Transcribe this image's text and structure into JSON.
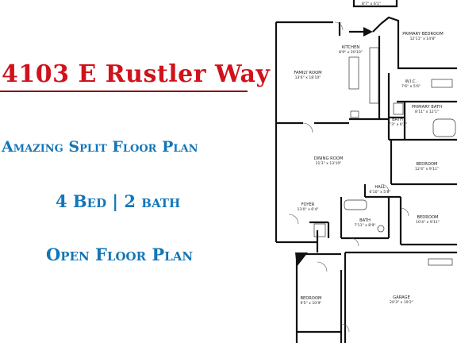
{
  "listing": {
    "address": "4103 E Rustler Way",
    "headline_plan": "Amazing Split Floor Plan",
    "beds_baths": "4 Bed | 2 bath",
    "headline_open": "Open Floor Plan"
  },
  "colors": {
    "address": "#d0121b",
    "features": "#1276b8",
    "rule": "#8b1010"
  },
  "floorplan": {
    "top_room_dims": "8'7\" x 6'1\"",
    "rooms": [
      {
        "id": "primary-bedroom",
        "name": "PRIMARY BEDROOM",
        "dims": "12'11\" x 14'8\""
      },
      {
        "id": "kitchen",
        "name": "KITCHEN",
        "dims": "8'9\" x 20'10\""
      },
      {
        "id": "family-room",
        "name": "FAMILY ROOM",
        "dims": "13'6\" x 18'10\""
      },
      {
        "id": "wic",
        "name": "W.I.C.",
        "dims": "7'6\" x 5'6\""
      },
      {
        "id": "primary-bath",
        "name": "PRIMARY BATH",
        "dims": "8'11\" x 12'1\""
      },
      {
        "id": "bath-small",
        "name": "BATH",
        "dims": "7'3\" x 6'3\""
      },
      {
        "id": "bedroom-2",
        "name": "BEDROOM",
        "dims": "12'4\" x 9'11\""
      },
      {
        "id": "dining-room",
        "name": "DINING ROOM",
        "dims": "21'3\" x 13'10\""
      },
      {
        "id": "hall",
        "name": "HALL",
        "dims": "6'10\" x 5'6\""
      },
      {
        "id": "bedroom-3",
        "name": "BEDROOM",
        "dims": "10'4\" x 9'11\""
      },
      {
        "id": "foyer",
        "name": "FOYER",
        "dims": "13'0\" x 6'4\""
      },
      {
        "id": "bath-hall",
        "name": "BATH",
        "dims": "7'11\" x 8'9\""
      },
      {
        "id": "garage",
        "name": "GARAGE",
        "dims": "20'3\" x 19'2\""
      },
      {
        "id": "bedroom-4",
        "name": "BEDROOM",
        "dims": "9'5\" x 10'9\""
      }
    ]
  }
}
